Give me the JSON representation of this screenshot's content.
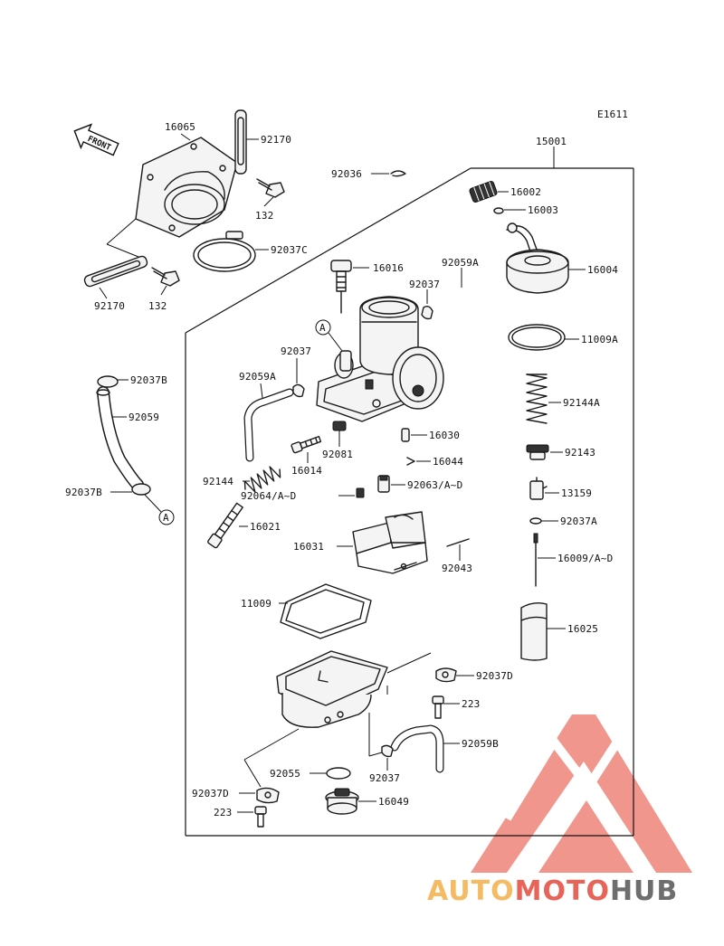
{
  "diagram_code": "E1611",
  "front_label": "FRONT",
  "callout_a": "A",
  "watermark": {
    "text_auto": "AUTO",
    "text_moto": "MOTO",
    "text_hub": "HUB",
    "color_auto": "#f3b04a",
    "color_moto": "#e64a3c",
    "color_hub": "#555555",
    "color_logo": "#ea6a5e"
  },
  "labels": {
    "p16065": "16065",
    "p92170_top": "92170",
    "p132_top": "132",
    "p92037C": "92037C",
    "p92170_bot": "92170",
    "p132_bot": "132",
    "p92036": "92036",
    "p15001": "15001",
    "p16002": "16002",
    "p16003": "16003",
    "p16004": "16004",
    "p16016": "16016",
    "p92059A_top": "92059A",
    "p92037_top": "92037",
    "p11009A": "11009A",
    "p92037B_top": "92037B",
    "p92059": "92059",
    "p92037B_bot": "92037B",
    "p92037_mid": "92037",
    "p92059A_mid": "92059A",
    "p92144A": "92144A",
    "p16030": "16030",
    "p92081": "92081",
    "p16014": "16014",
    "p16044": "16044",
    "p92143": "92143",
    "p92144": "92144",
    "p92064": "92064/A~D",
    "p92063": "92063/A~D",
    "p13159": "13159",
    "p92037A": "92037A",
    "p16021": "16021",
    "p16031": "16031",
    "p92043": "92043",
    "p16009": "16009/A~D",
    "p11009": "11009",
    "p16025": "16025",
    "p92037D_right": "92037D",
    "p223_right": "223",
    "p92059B": "92059B",
    "p92055": "92055",
    "p92037_bot": "92037",
    "p92037D_left": "92037D",
    "p16049": "16049",
    "p223_left": "223"
  }
}
